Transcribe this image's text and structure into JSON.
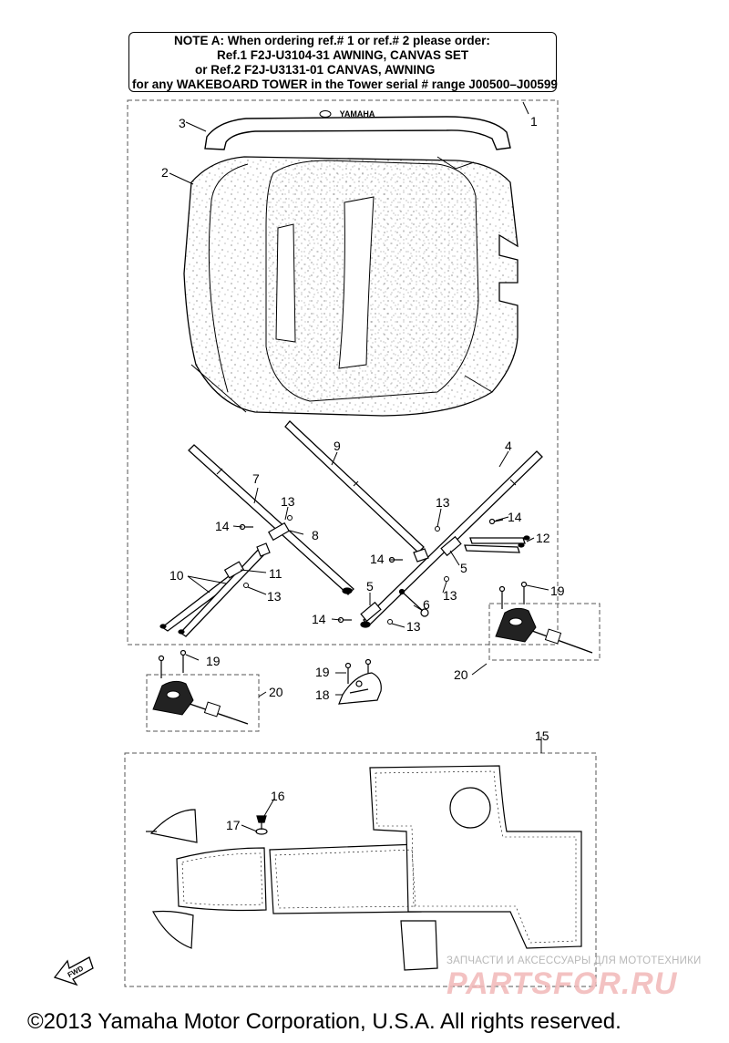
{
  "note": {
    "line1": "NOTE A: When ordering ref.# 1 or ref.# 2 please order:",
    "line2": "Ref.1   F2J-U3104-31 AWNING, CANVAS SET",
    "line3": "or   Ref.2   F2J-U3131-01 CANVAS, AWNING",
    "line4": "for any WAKEBOARD TOWER in the Tower serial # range J00500–J00599"
  },
  "brand_text": "YAMAHA",
  "fwd_label": "FWD",
  "callouts": {
    "c1": "1",
    "c2": "2",
    "c3": "3",
    "c4": "4",
    "c5a": "5",
    "c5b": "5",
    "c6": "6",
    "c7": "7",
    "c8": "8",
    "c9": "9",
    "c10": "10",
    "c11": "11",
    "c12": "12",
    "c13a": "13",
    "c13b": "13",
    "c13c": "13",
    "c13d": "13",
    "c13e": "13",
    "c14a": "14",
    "c14b": "14",
    "c14c": "14",
    "c14d": "14",
    "c15": "15",
    "c16": "16",
    "c17": "17",
    "c18": "18",
    "c19a": "19",
    "c19b": "19",
    "c19c": "19",
    "c20a": "20",
    "c20b": "20"
  },
  "watermark": {
    "small": "ЗАПЧАСТИ И АКСЕССУАРЫ ДЛЯ МОТОТЕХНИКИ",
    "big": "PARTSFOR.RU"
  },
  "copyright": "©2013 Yamaha Motor Corporation, U.S.A. All rights reserved."
}
